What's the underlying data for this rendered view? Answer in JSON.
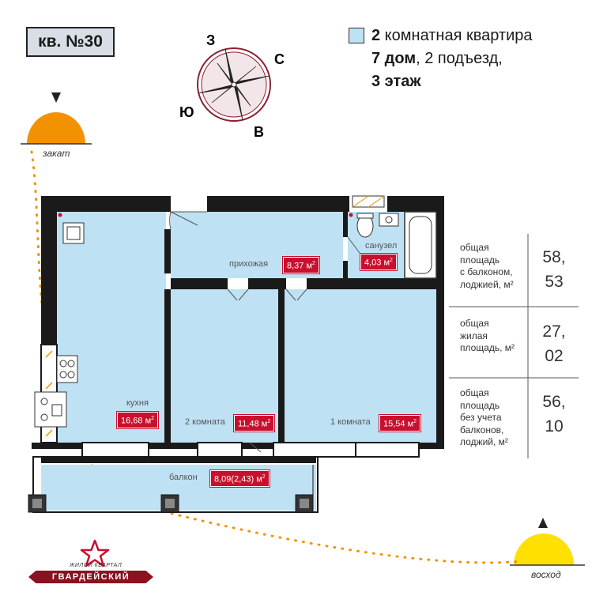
{
  "header": {
    "apartment_label": "кв. №30",
    "line1_bold": "2",
    "line1_rest": " комнатная квартира",
    "line2_bold": "7 дом",
    "line2_rest": ", 2 подъезд,",
    "line3_bold": "3 этаж"
  },
  "compass": {
    "n": "З",
    "e": "С",
    "s": "В",
    "w": "Ю"
  },
  "sun": {
    "sunset": "закат",
    "sunrise": "восход"
  },
  "rooms": {
    "hallway": {
      "label": "прихожая",
      "area": "8,37 м",
      "sup": "2"
    },
    "bathroom": {
      "label": "санузел",
      "area": "4,03 м",
      "sup": "2"
    },
    "kitchen": {
      "label": "кухня",
      "area": "16,68 м",
      "sup": "2"
    },
    "room2": {
      "label": "2 комната",
      "area": "11,48 м",
      "sup": "2"
    },
    "room1": {
      "label": "1 комната",
      "area": "15,54 м",
      "sup": "2"
    },
    "balcony": {
      "label": "балкон",
      "area": "8,09(2,43) м",
      "sup": "2"
    }
  },
  "stats": [
    {
      "l1": "общая",
      "l2": "площадь",
      "l3": "с балконом,",
      "l4": "лоджией, м²",
      "v1": "58,",
      "v2": "53"
    },
    {
      "l1": "общая",
      "l2": "жилая",
      "l3": "площадь, м²",
      "v1": "27,",
      "v2": "02"
    },
    {
      "l1": "общая",
      "l2": "площадь",
      "l3": "без учета",
      "l4": "балконов,",
      "l5": "лоджий, м²",
      "v1": "56,",
      "v2": "10"
    }
  ],
  "brand": {
    "subtitle": "ЖИЛОЙ КВАРТАЛ",
    "name": "ГВАРДЕЙСКИЙ"
  },
  "colors": {
    "room_fill": "#bfe1f4",
    "accent_red": "#c8102e",
    "sun_sunset": "#f39200",
    "sun_sunrise": "#ffe000"
  }
}
